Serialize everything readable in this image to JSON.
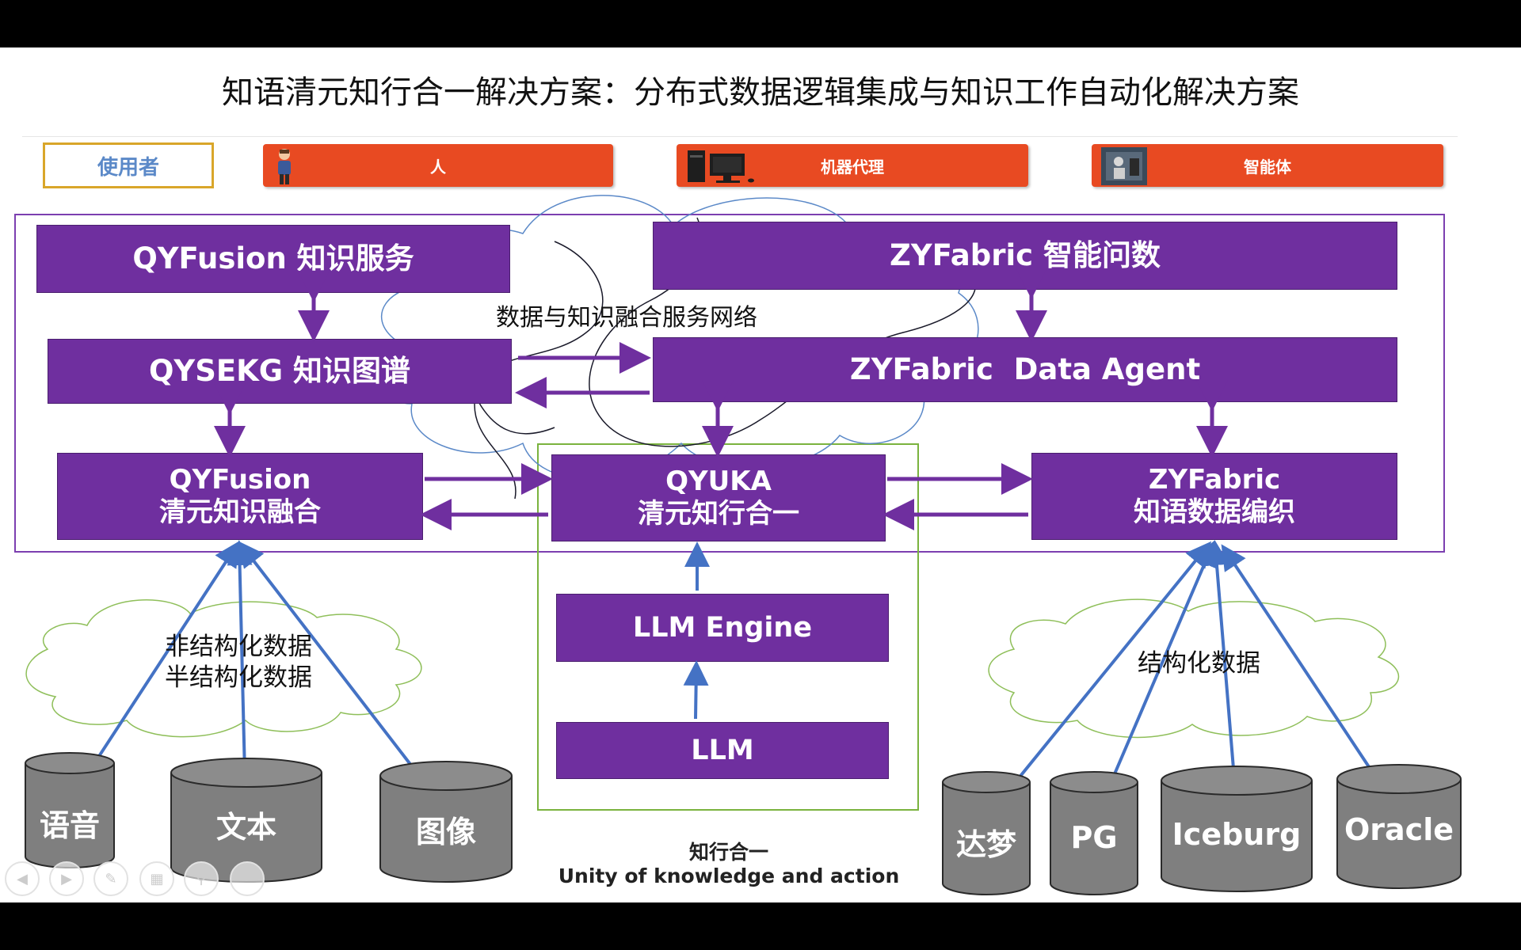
{
  "title": "知语清元知行合一解决方案：分布式数据逻辑集成与知识工作自动化解决方案",
  "users": {
    "label": "使用者",
    "roles": [
      "人",
      "机器代理",
      "智能体"
    ]
  },
  "network_label": "数据与知识融合服务网络",
  "boxes": {
    "qyfusion_service": "QYFusion 知识服务",
    "zyfabric_ask": "ZYFabric 智能问数",
    "qysekg": "QYSEKG 知识图谱",
    "zyfabric_agent": "ZYFabric  Data Agent",
    "qyfusion_fusion": [
      "QYFusion",
      "清元知识融合"
    ],
    "qyuka": [
      "QYUKA",
      "清元知行合一"
    ],
    "zyfabric_weave": [
      "ZYFabric",
      "知语数据编织"
    ],
    "llm_engine": "LLM Engine",
    "llm": "LLM"
  },
  "unstructured_labels": [
    "非结构化数据",
    "半结构化数据"
  ],
  "structured_label": "结构化数据",
  "left_stores": [
    "语音",
    "文本",
    "图像"
  ],
  "right_stores": [
    "达梦",
    "PG",
    "Iceburg",
    "Oracle"
  ],
  "caption": [
    "知行合一",
    "Unity of knowledge and action"
  ],
  "colors": {
    "purple": "#6f2f9f",
    "orange": "#e84a22",
    "gold_border": "#d9a62a",
    "green_border": "#7ab33e",
    "blue_link": "#4472c4",
    "cylinder": "#7f7f7f"
  },
  "icons": [
    "person-icon",
    "computer-icon",
    "robot-icon"
  ],
  "viewer_controls": [
    "prev-icon",
    "next-icon",
    "pen-icon",
    "slides-icon",
    "zoom-icon",
    "more-icon"
  ]
}
